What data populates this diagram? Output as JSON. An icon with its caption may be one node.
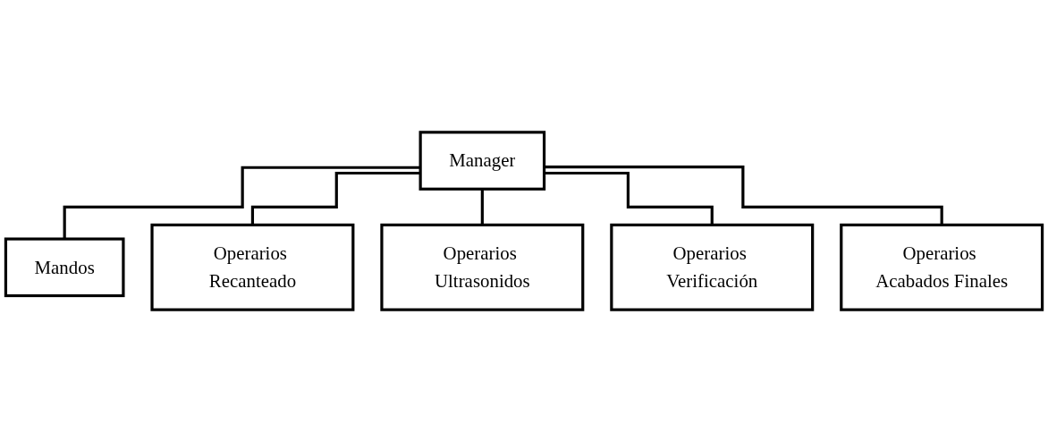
{
  "diagram": {
    "nodes": [
      {
        "text": [
          "Manager"
        ]
      },
      {
        "text": [
          "Mandos"
        ]
      },
      {
        "text": [
          "Operarios Recanteado"
        ]
      },
      {
        "text": [
          "Operarios Ultrasonidos"
        ]
      },
      {
        "text": [
          "Operarios Verificación"
        ]
      },
      {
        "text": [
          "Operarios Acabados Finales"
        ]
      }
    ],
    "edges": [
      {
        "from": 0,
        "to": 1,
        "arrow": "none"
      },
      {
        "from": 0,
        "to": 2,
        "arrow": "none"
      },
      {
        "from": 0,
        "to": 3,
        "arrow": "none"
      },
      {
        "from": 0,
        "to": 4,
        "arrow": "none"
      },
      {
        "from": 0,
        "to": 5,
        "arrow": "none"
      }
    ]
  }
}
